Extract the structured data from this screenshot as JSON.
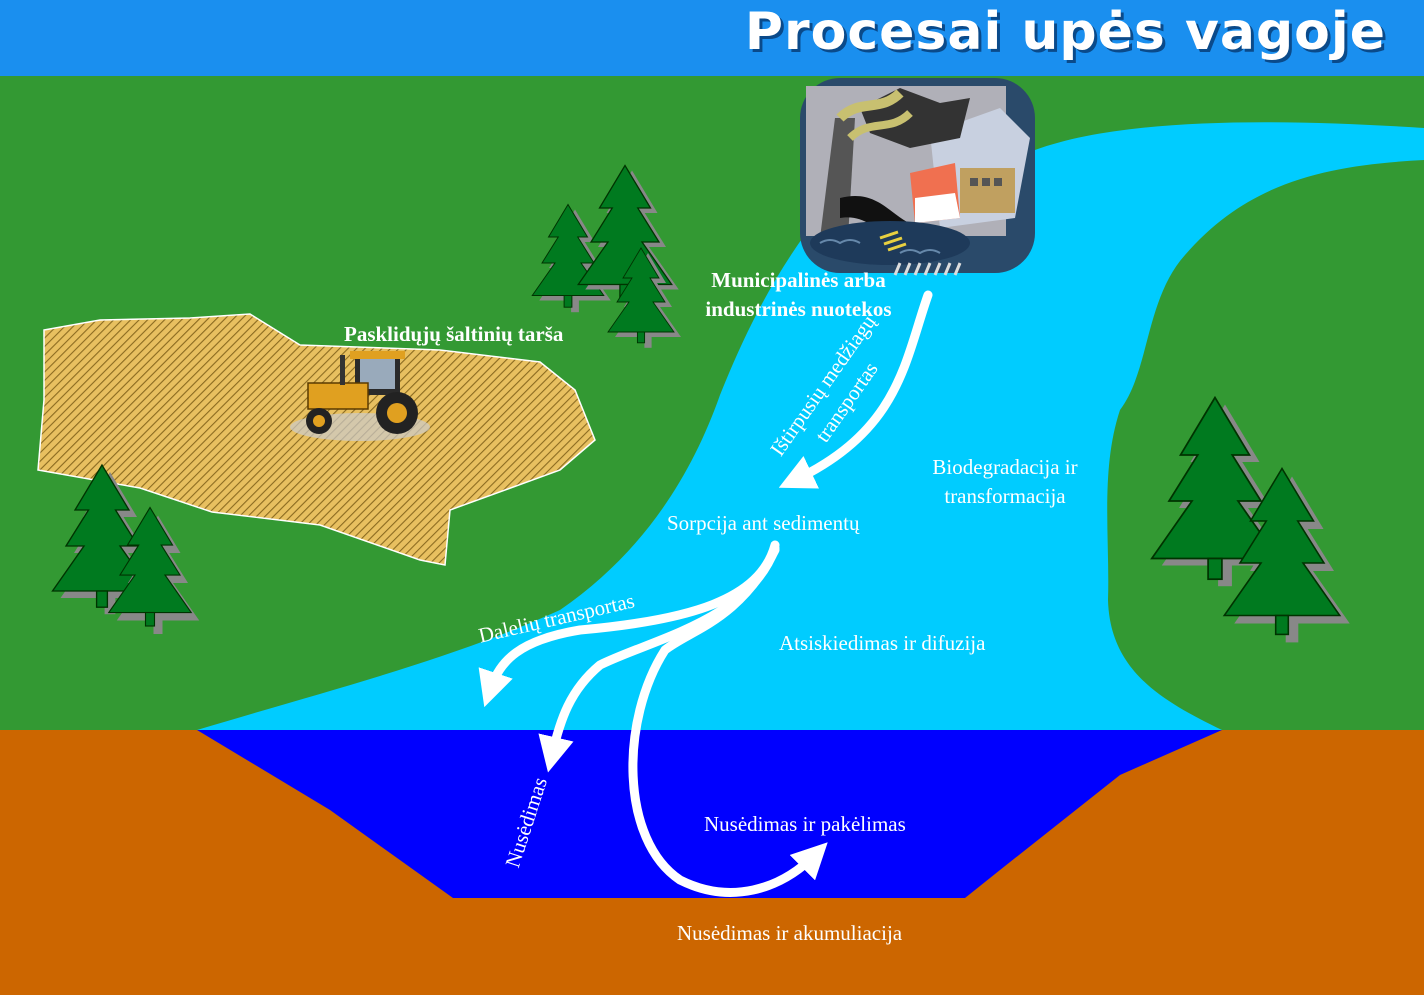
{
  "title": "Procesai upės vagoje",
  "labels": {
    "diffuse_pollution": "Pasklidųjų šaltinių tarša",
    "effluent_line1": "Municipalinės arba",
    "effluent_line2": "industrinės nuotekos",
    "dissolved_line1": "Ištirpusių medžiagų",
    "dissolved_line2": "transportas",
    "biodegradation_line1": "Biodegradacija ir",
    "biodegradation_line2": "transformacija",
    "sorption": "Sorpcija ant sedimentų",
    "particle_transport": "Dalelių transportas",
    "dilution": "Atsiskiedimas ir difuzija",
    "settling": "Nusėdimas",
    "settling_resuspension": "Nusėdimas ir pakėlimas",
    "settling_accumulation": "Nusėdimas ir akumuliacija"
  },
  "colors": {
    "header": "#1a8fef",
    "land": "#339933",
    "river": "#00ccff",
    "riverbed": "#0000ff",
    "soil": "#cc6600",
    "field": "#c8a040",
    "tree": "#007a1f",
    "tree_shadow": "#888888",
    "arrow": "#ffffff"
  },
  "icons": [
    "tractor-icon",
    "factory-icon",
    "tree-icon"
  ]
}
